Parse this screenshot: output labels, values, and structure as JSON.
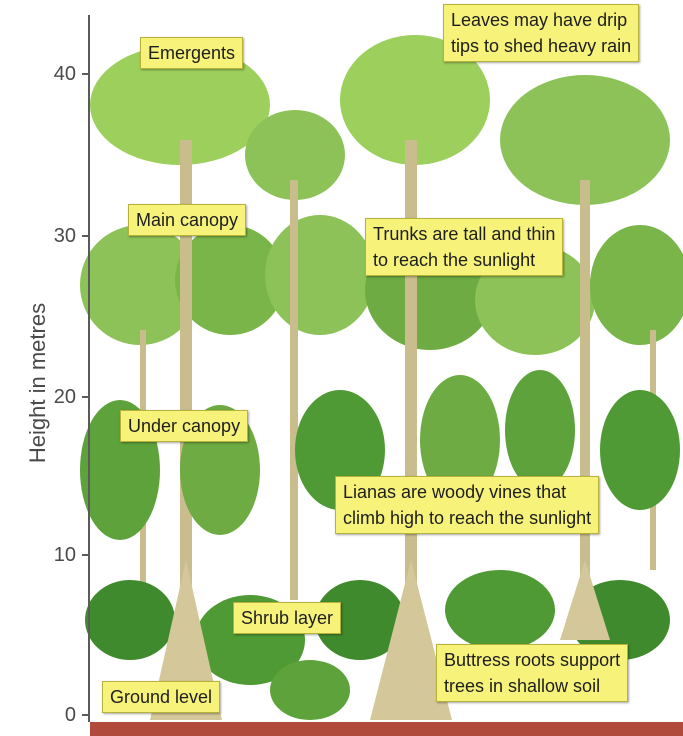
{
  "axis": {
    "title": "Height in metres",
    "ticks": [
      "40",
      "30",
      "20",
      "10",
      "0"
    ]
  },
  "labels": {
    "emergents": "Emergents",
    "drip_tips": [
      "Leaves may have drip",
      "tips to shed heavy rain"
    ],
    "main_canopy": "Main canopy",
    "trunks": [
      "Trunks are tall and thin",
      "to reach the sunlight"
    ],
    "under_canopy": "Under canopy",
    "lianas": [
      "Lianas are woody vines that",
      "climb high to reach the sunlight"
    ],
    "shrub_layer": "Shrub layer",
    "ground_level": "Ground level",
    "buttress": [
      "Buttress roots support",
      "trees in shallow soil"
    ]
  },
  "colors": {
    "label_fill": "#f6f27a",
    "foliage_light": "#9ccf5c",
    "foliage_dark": "#3f8a2c",
    "trunk": "#c9bd8e",
    "ground": "#b04a3a"
  }
}
